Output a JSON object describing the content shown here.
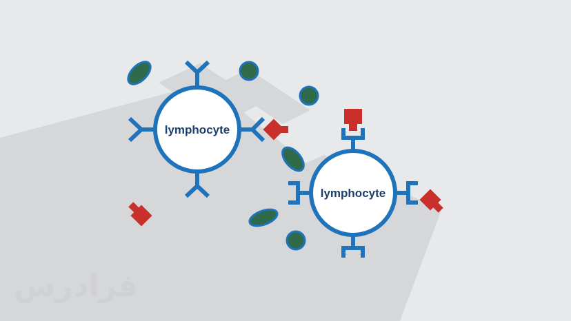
{
  "colors": {
    "background": "#e8e9eb",
    "shadow": "#d6d7d9",
    "receptor": "#1f73bb",
    "cell_fill": "#ffffff",
    "label": "#1a3f70",
    "antigen_round": "#2f6b4a",
    "antigen_red": "#c9302c",
    "watermark": "#d0d1d3"
  },
  "cells": [
    {
      "label": "lymphocyte",
      "receptor_type": "y-shaped-receptor"
    },
    {
      "label": "lymphocyte",
      "receptor_type": "bracket-receptor"
    }
  ],
  "watermark": {
    "text": "فرادرس"
  }
}
